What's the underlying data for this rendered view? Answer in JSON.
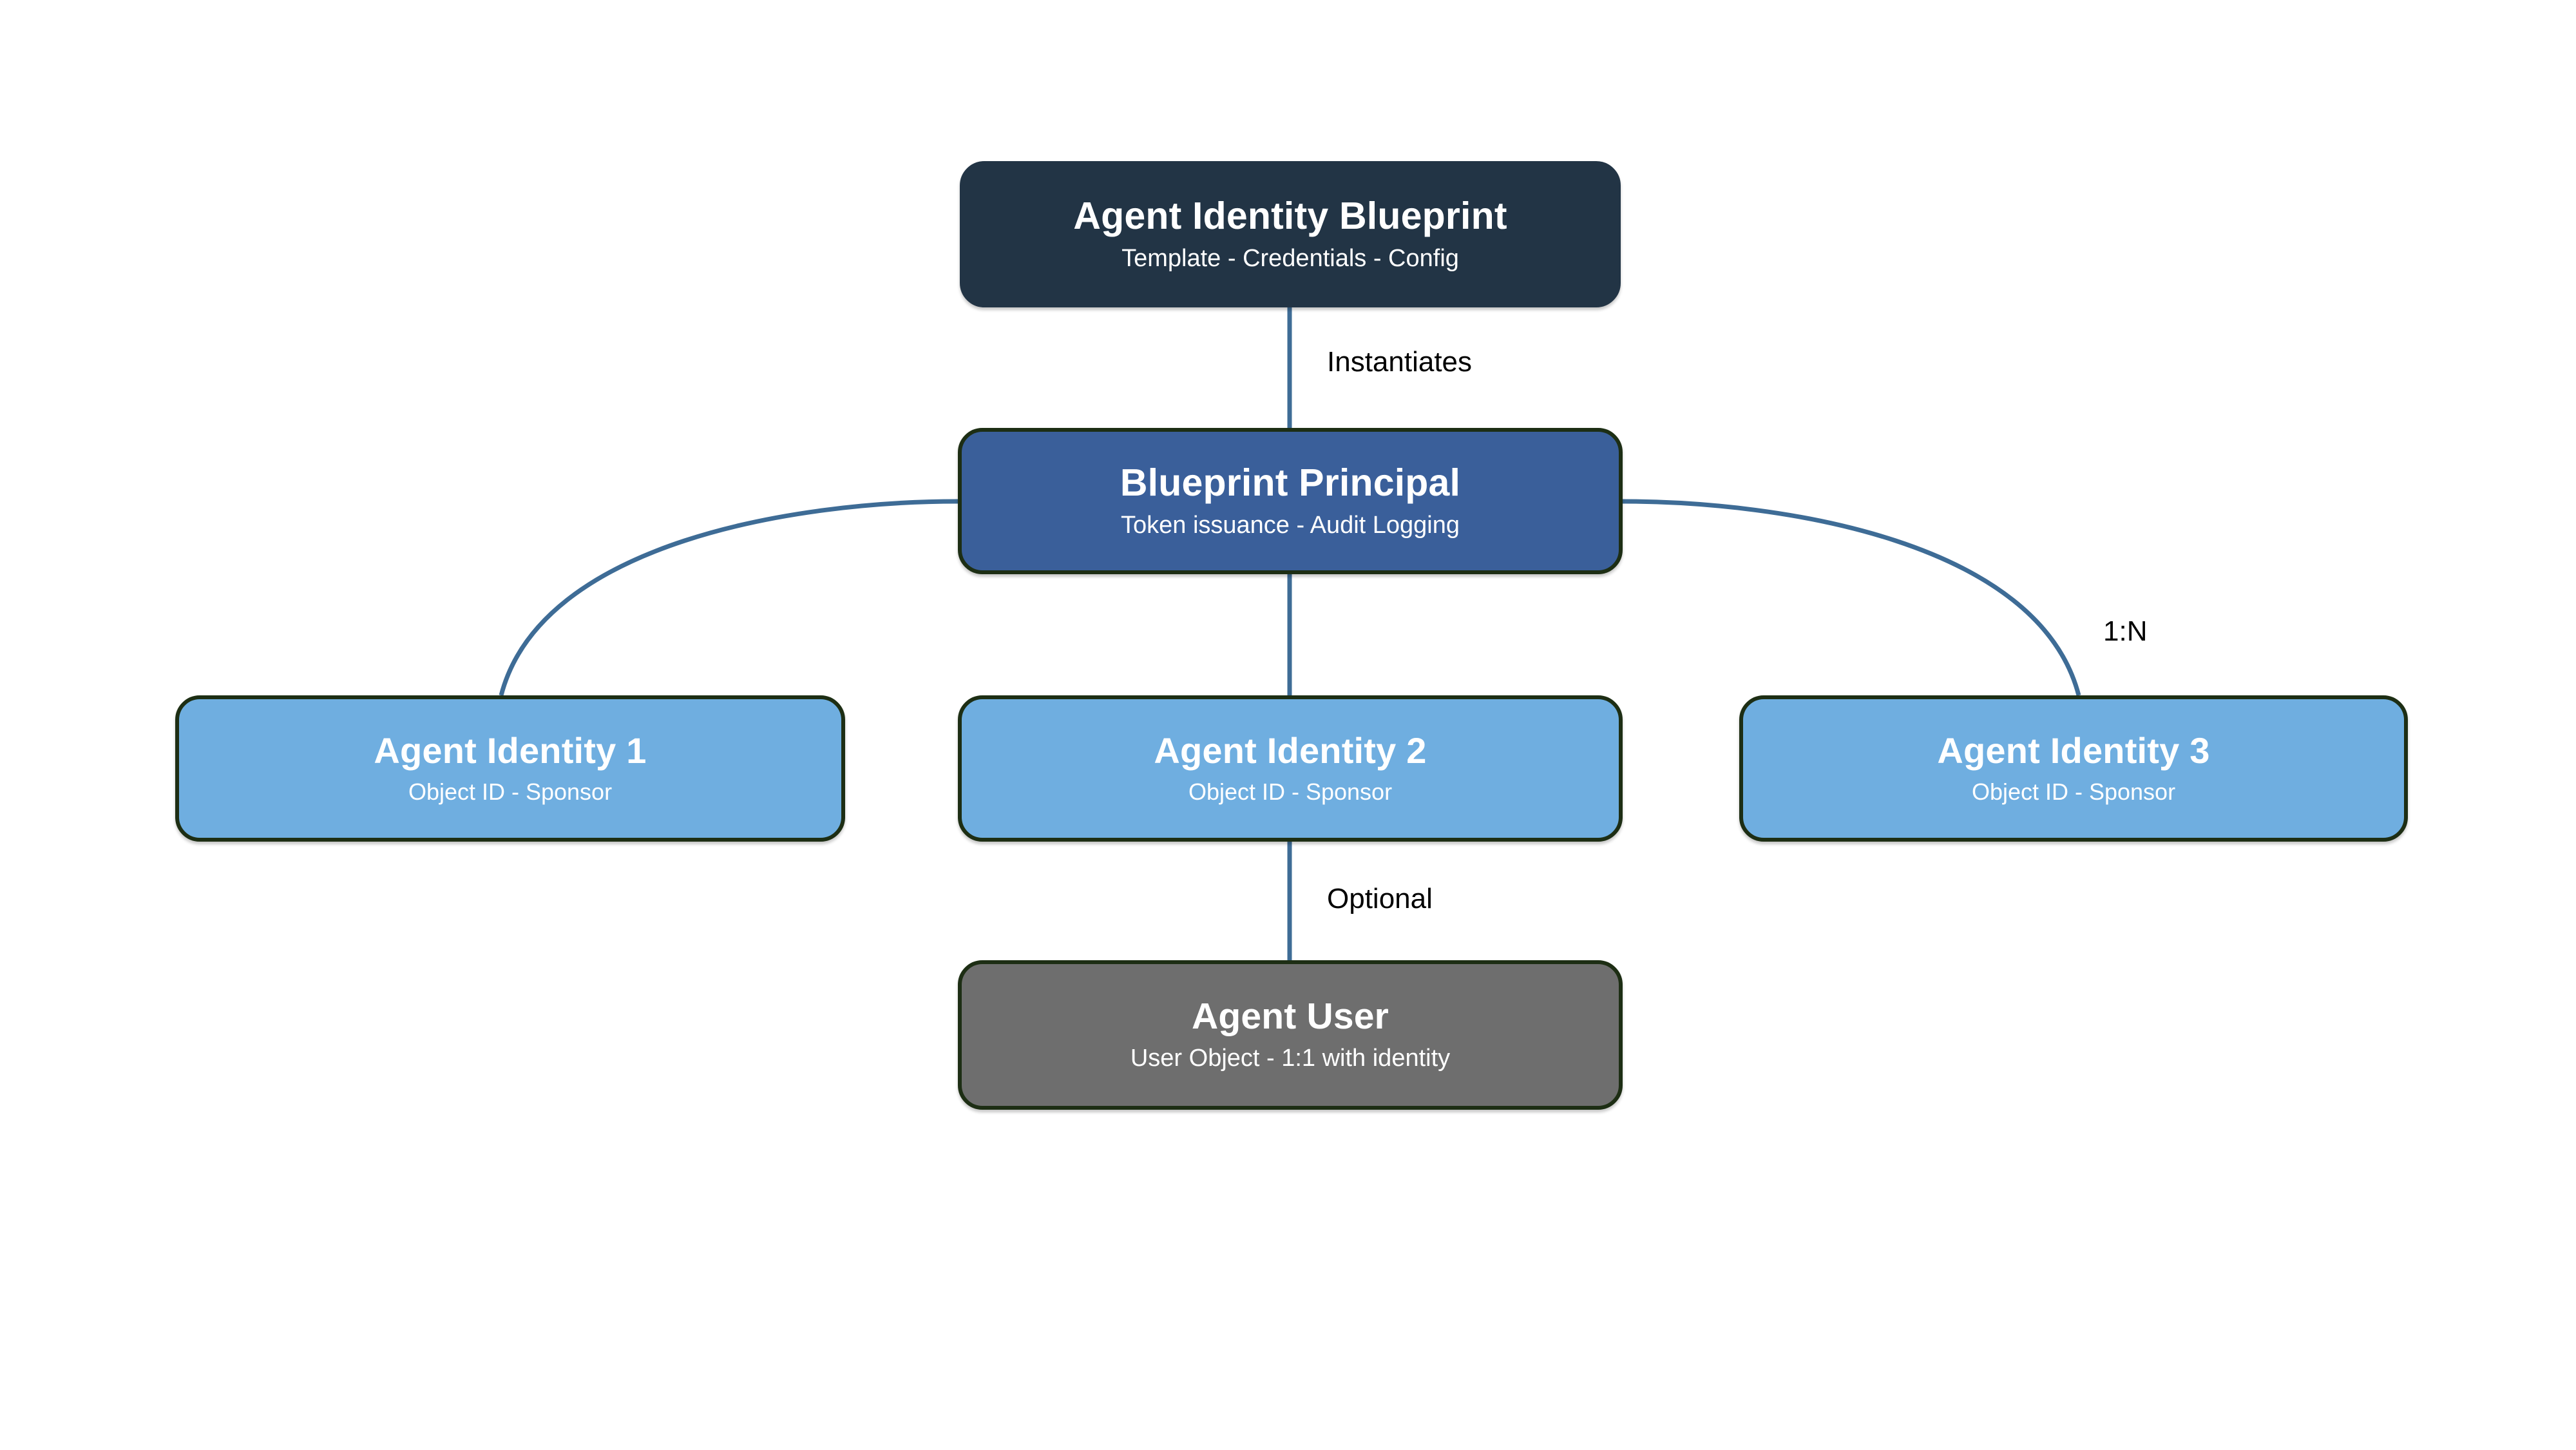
{
  "diagram": {
    "title": "Agent Identity Blueprint relationship diagram",
    "background_color": "#ffffff",
    "edge_color": "#3E6C96",
    "node_border_color": "#1d2e14"
  },
  "nodes": {
    "blueprint": {
      "title": "Agent Identity Blueprint",
      "subtitle": "Template - Credentials - Config",
      "fill_color": "#223445",
      "text_color": "#ffffff"
    },
    "principal": {
      "title": "Blueprint Principal",
      "subtitle": "Token issuance - Audit Logging",
      "fill_color": "#3A5F9A",
      "text_color": "#ffffff"
    },
    "identity_1": {
      "title": "Agent Identity 1",
      "subtitle": "Object ID - Sponsor",
      "fill_color": "#6FAEE0",
      "text_color": "#ffffff"
    },
    "identity_2": {
      "title": "Agent Identity 2",
      "subtitle": "Object ID - Sponsor",
      "fill_color": "#6FAEE0",
      "text_color": "#ffffff"
    },
    "identity_3": {
      "title": "Agent Identity 3",
      "subtitle": "Object ID - Sponsor",
      "fill_color": "#6FAEE0",
      "text_color": "#ffffff"
    },
    "agent_user": {
      "title": "Agent User",
      "subtitle": "User Object - 1:1 with identity",
      "fill_color": "#6E6E6E",
      "text_color": "#ffffff"
    }
  },
  "edges": {
    "blueprint_to_principal": {
      "label": "Instantiates"
    },
    "principal_to_identity_3": {
      "label": "1:N"
    },
    "identity_2_to_agent_user": {
      "label": "Optional"
    },
    "principal_to_identity_1": {
      "label": ""
    },
    "principal_to_identity_2": {
      "label": ""
    }
  }
}
